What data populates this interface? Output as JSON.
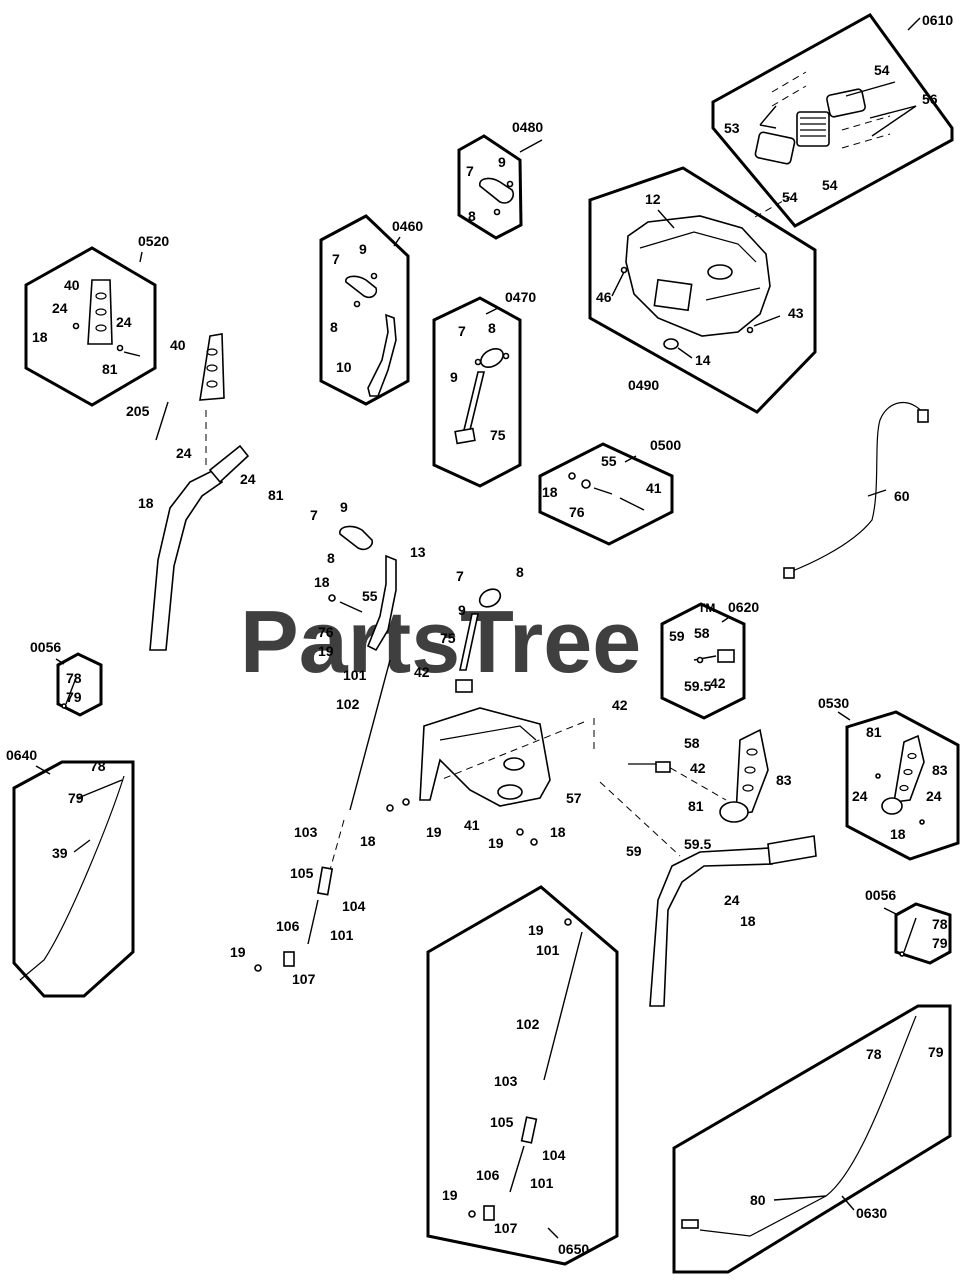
{
  "watermark": {
    "text": "PartsTree",
    "trademark": "TM"
  },
  "kits": [
    "0610",
    "0480",
    "0460",
    "0470",
    "0490",
    "0520",
    "0500",
    "0620",
    "0056",
    "0640",
    "0530",
    "0650",
    "0630"
  ],
  "callouts": [
    "54",
    "53",
    "56",
    "12",
    "9",
    "7",
    "8",
    "46",
    "43",
    "14",
    "40",
    "24",
    "18",
    "81",
    "13",
    "10",
    "75",
    "55",
    "76",
    "41",
    "205",
    "60",
    "59",
    "58",
    "59.5",
    "42",
    "57",
    "19",
    "101",
    "102",
    "78",
    "79",
    "39",
    "83",
    "103",
    "105",
    "104",
    "106",
    "107",
    "80",
    "7",
    "8",
    "9",
    "18",
    "55",
    "75",
    "19",
    "101"
  ],
  "watermark_visible": true
}
